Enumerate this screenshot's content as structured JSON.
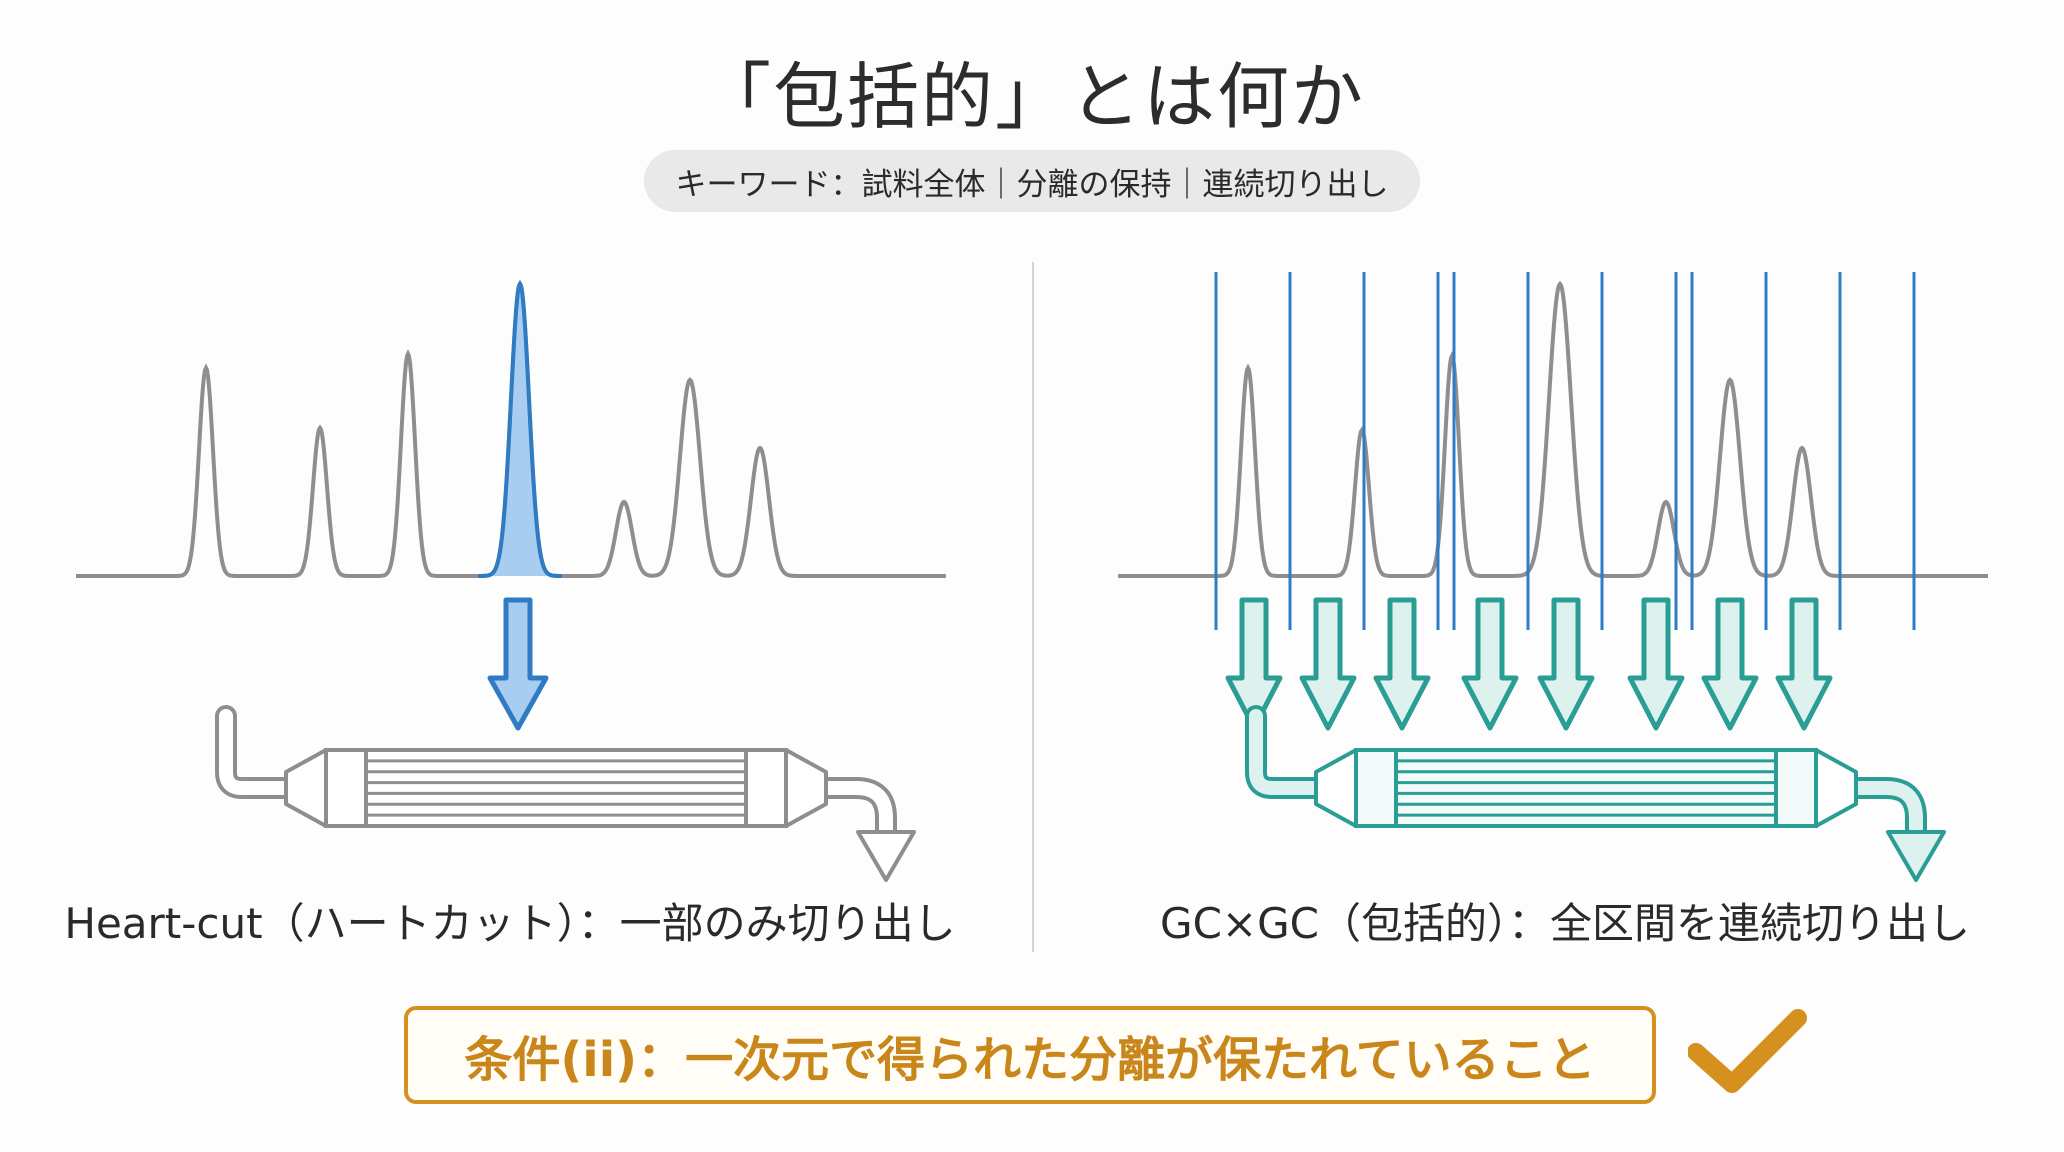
{
  "title": "「包括的」とは何か",
  "keywords": "キーワード：試料全体｜分離の保持｜連続切り出し",
  "left_caption": "Heart-cut（ハートカット）：一部のみ切り出し",
  "right_caption": "GC×GC（包括的）：全区間を連続切り出し",
  "condition": "条件(ii)：一次元で得られた分離が保たれていること",
  "colors": {
    "trace": "#8e8e8e",
    "cut_blue": "#2f7bc4",
    "cut_fill": "#a9cdf0",
    "teal": "#2a9d94",
    "teal_fill": "#ddf2ee",
    "accent": "#d6901e"
  },
  "icons": {
    "check": "check-icon",
    "arrow": "down-arrow-icon",
    "column": "capillary-column-icon"
  }
}
